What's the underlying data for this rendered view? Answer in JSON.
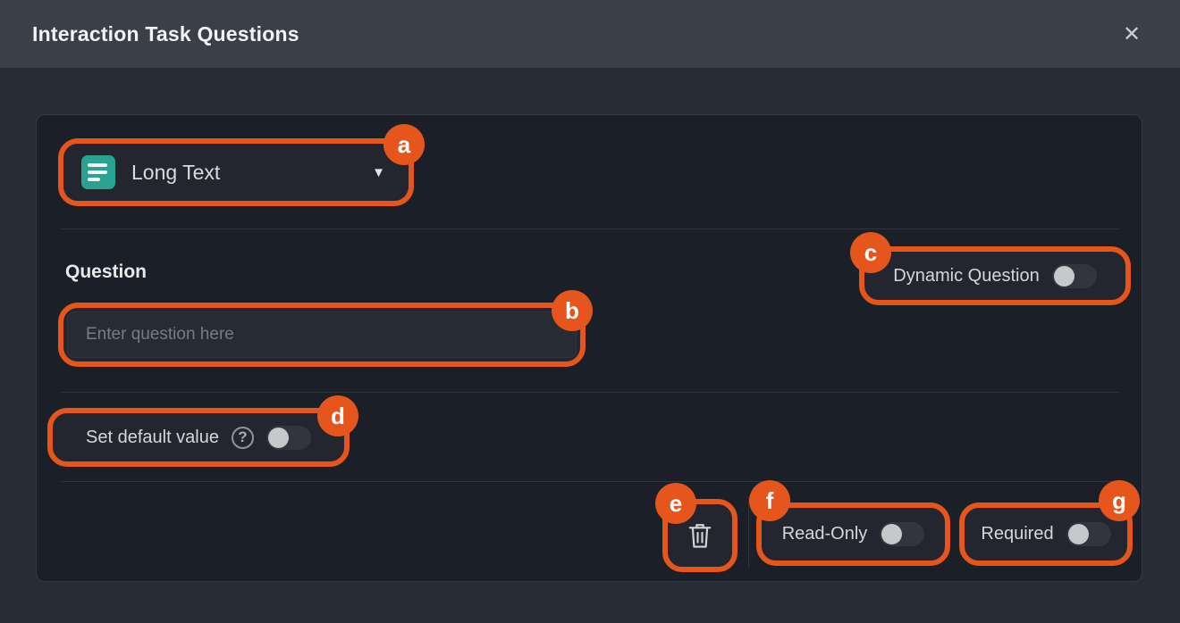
{
  "window": {
    "title": "Interaction Task Questions",
    "close_icon": "✕"
  },
  "panel": {
    "type_dropdown": {
      "annotation": "a",
      "value": "Long Text",
      "icon": "long-text-icon",
      "caret_icon": "▼"
    },
    "question_section": {
      "label": "Question",
      "annotation": "b",
      "placeholder": "Enter question here"
    },
    "dynamic_question": {
      "annotation": "c",
      "label": "Dynamic Question",
      "state": "off"
    },
    "set_default_value": {
      "annotation": "d",
      "label": "Set default value",
      "help_icon": "?",
      "state": "off"
    },
    "footer": {
      "delete_button": {
        "annotation": "e",
        "icon": "trash-icon"
      },
      "read_only": {
        "annotation": "f",
        "label": "Read-Only",
        "state": "off"
      },
      "required": {
        "annotation": "g",
        "label": "Required",
        "state": "off"
      }
    }
  },
  "colors": {
    "annotation_orange": "#E6561C",
    "long_text_icon_teal": "#2AA290",
    "header_bg": "#3B3F48",
    "body_bg": "#282C34",
    "card_bg": "#1B1F27",
    "toggle_knob": "#C6C8CC"
  }
}
